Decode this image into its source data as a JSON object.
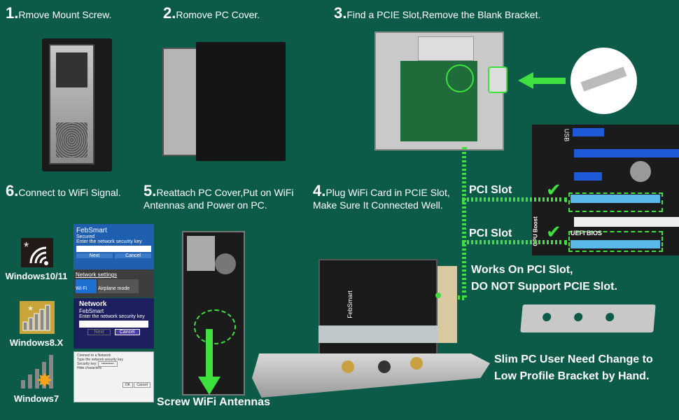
{
  "steps": [
    {
      "num": "1.",
      "text": "Rmove Mount Screw."
    },
    {
      "num": "2.",
      "text": "Romove PC Cover."
    },
    {
      "num": "3.",
      "text": "Find a PCIE Slot,Remove the Blank Bracket."
    },
    {
      "num": "4.",
      "text": "Plug WiFi  Card in PCIE Slot,",
      "text2": "Make Sure It Connected Well."
    },
    {
      "num": "5.",
      "text": "Reattach PC Cover,Put on WiFi",
      "text2": "Antennas and Power on PC."
    },
    {
      "num": "6.",
      "text": "Connect to WiFi Signal."
    }
  ],
  "pci_slot_labels": [
    "PCI Slot",
    "PCI Slot"
  ],
  "motherboard_text": {
    "usb": "USB",
    "uefi": "UEFI BIOS",
    "gpu": "GPU Boost"
  },
  "note_pci": [
    "Works On PCI Slot,",
    "DO NOT Support PCIE Slot."
  ],
  "note_slim": [
    "Slim PC User Need Change to",
    "Low Profile Bracket by Hand."
  ],
  "screw_label": "Screw WiFi Antennas",
  "os": [
    {
      "label": "Windows10/11",
      "icon": "wifi-icon"
    },
    {
      "label": "Windows8.X",
      "icon": "signal-bars-icon"
    },
    {
      "label": "Windows7",
      "icon": "signal-bars-star-icon"
    }
  ],
  "win10_dialog": {
    "network": "FebSmart",
    "status": "Secured",
    "prompt": "Enter the network security key",
    "next": "Next",
    "cancel": "Cancel",
    "settings": "Network settings",
    "wifi": "Wi-Fi",
    "airplane": "Airplane mode"
  },
  "win8_dialog": {
    "title": "Network",
    "network": "FebSmart",
    "prompt": "Enter the network security key",
    "next": "Next",
    "cancel": "Cancel"
  },
  "win7_dialog": {
    "title": "Connect to a Network",
    "prompt": "Type the network security key",
    "key_label": "Security key:",
    "key_value": "••••••••••",
    "hide": "Hide characters",
    "ok": "OK",
    "cancel": "Cancel"
  },
  "card_brand": "FebSmart",
  "colors": {
    "background": "#0c5b48",
    "accent_green": "#3ee03e",
    "pci_slot": "#5ab8e8",
    "pcie_slot": "#1e5ad8"
  }
}
